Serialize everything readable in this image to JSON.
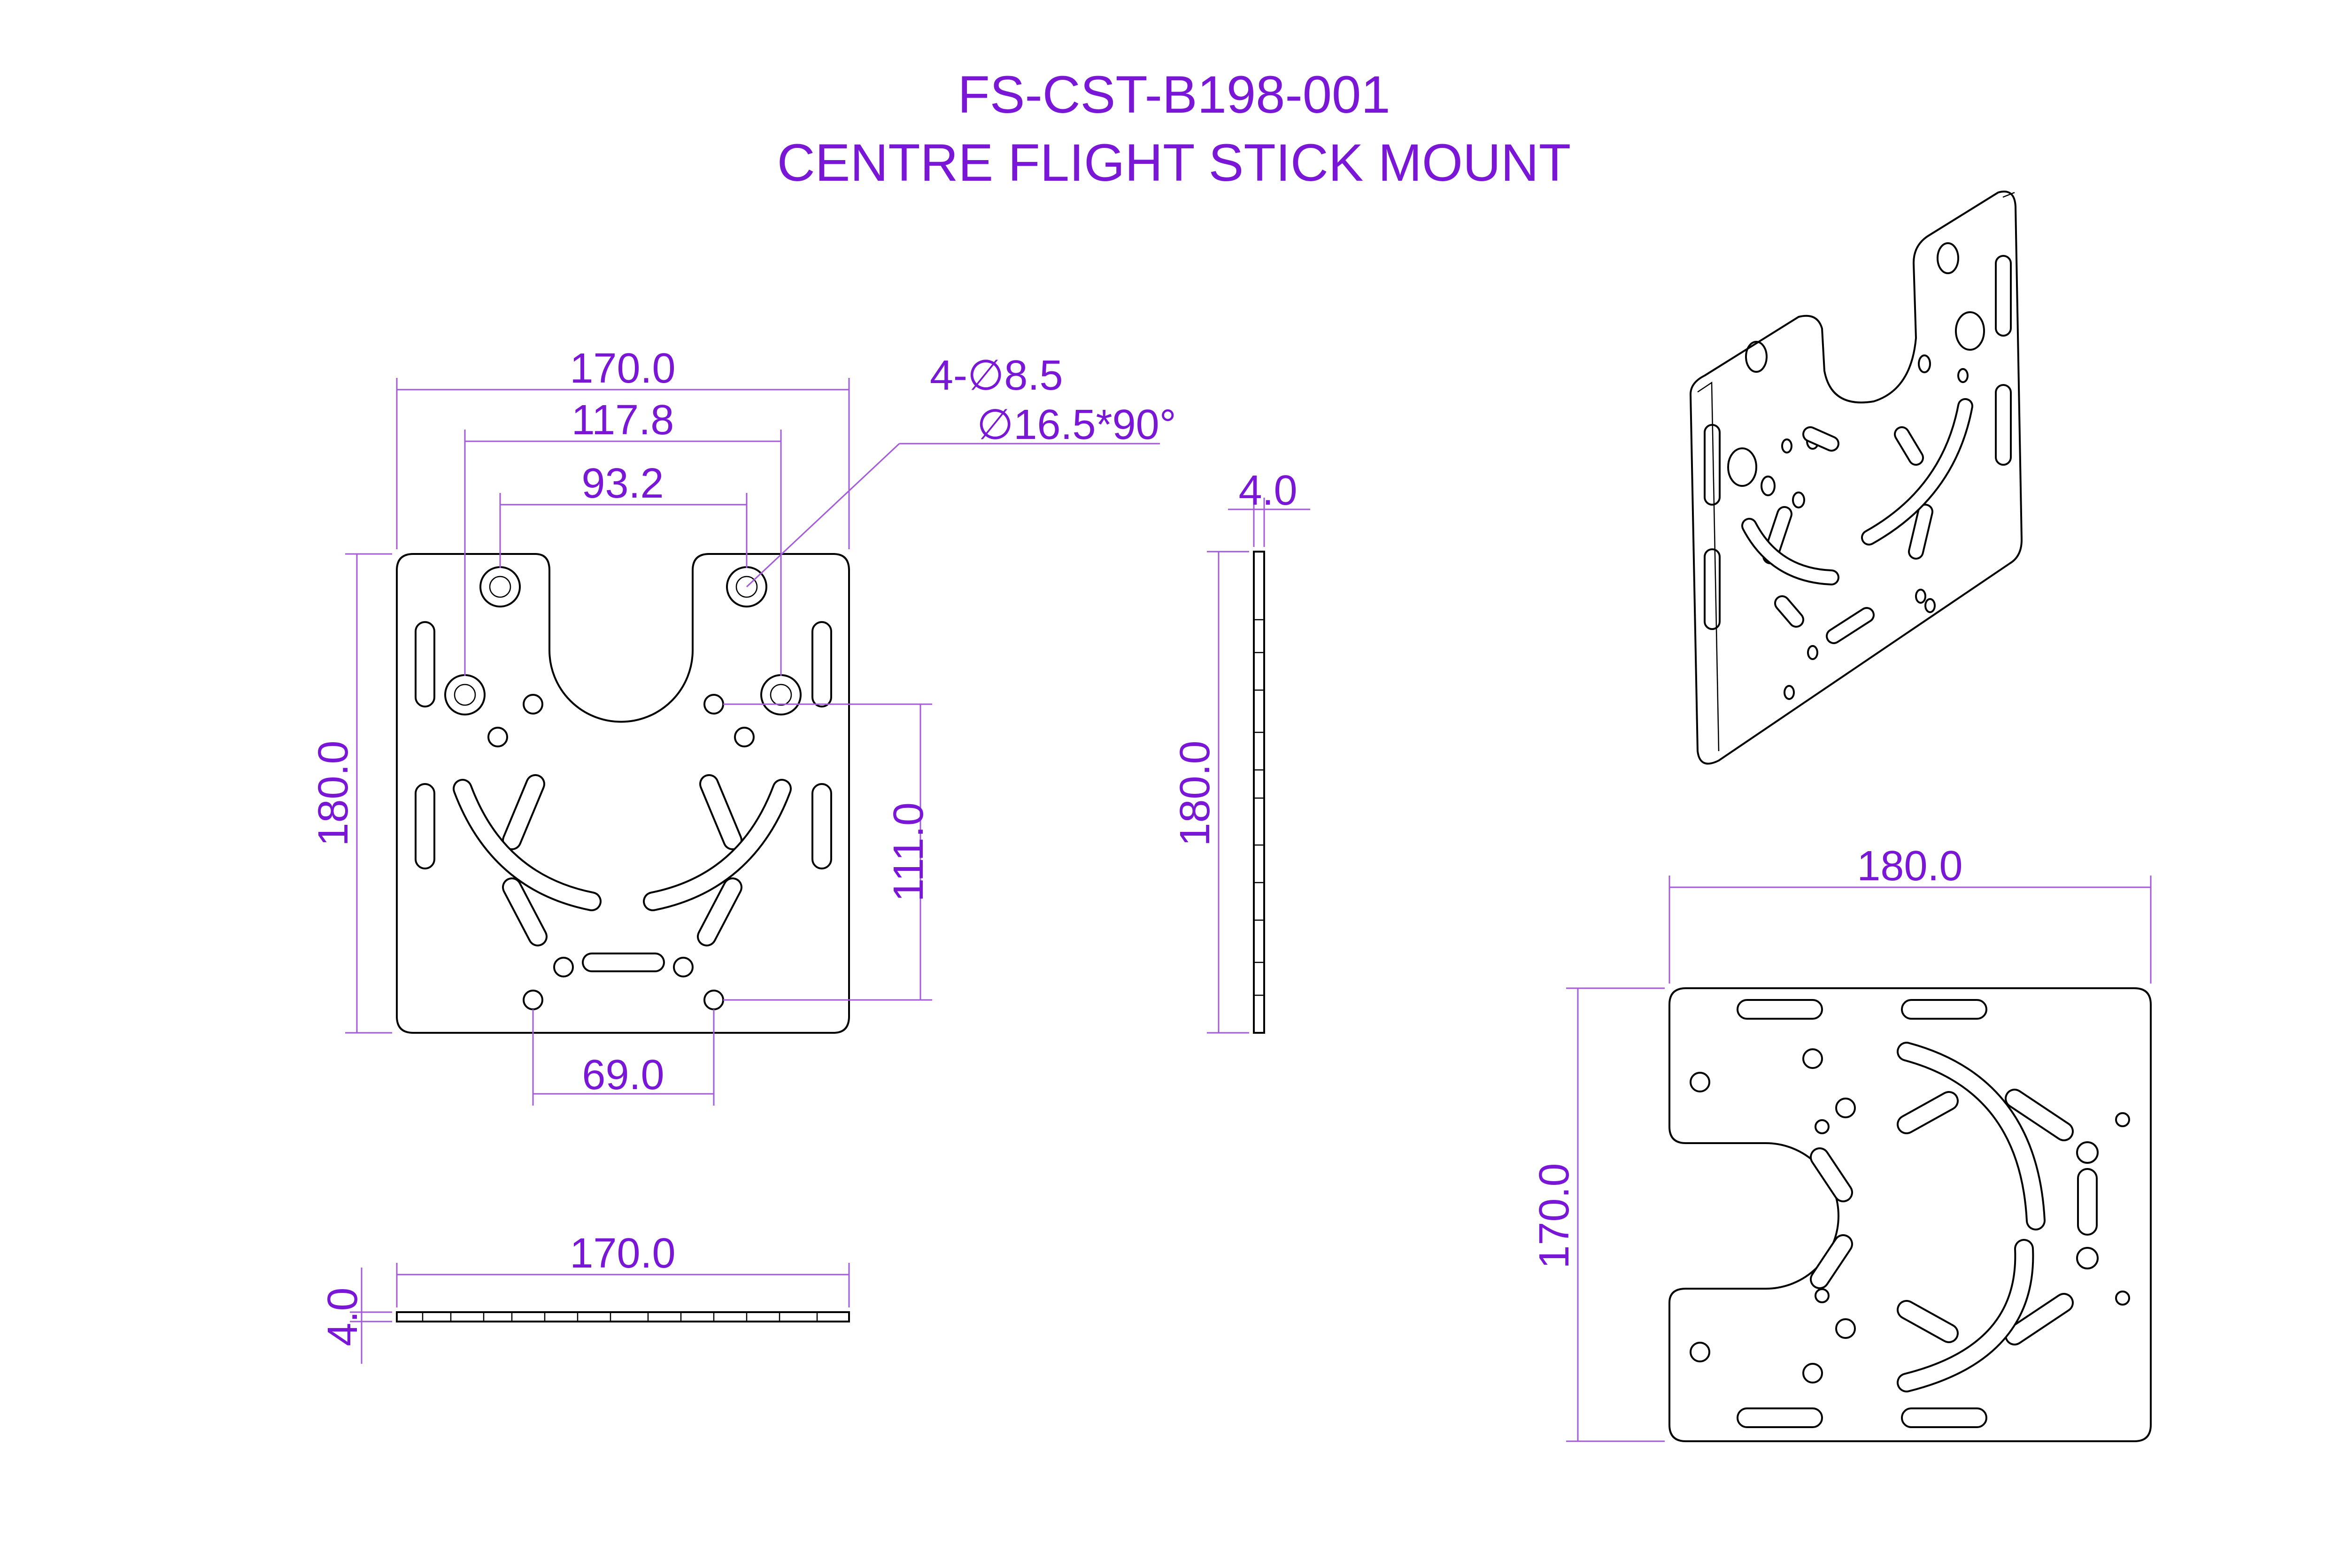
{
  "title": {
    "part_number": "FS-CST-B198-001",
    "name": "CENTRE FLIGHT STICK MOUNT"
  },
  "front_view": {
    "width": "170.0",
    "hole_spacing_outer": "117.8",
    "hole_spacing_inner": "93.2",
    "hole_callout_count": "4-∅8.5",
    "hole_callout_csk": "∅16.5*90°",
    "height": "180.0",
    "hole_pattern_height": "111.0",
    "bottom_hole_spacing": "69.0"
  },
  "side_view": {
    "thickness": "4.0",
    "height": "180.0"
  },
  "bottom_view": {
    "width": "170.0",
    "thickness": "4.0"
  },
  "rotated_view": {
    "width": "180.0",
    "height": "170.0"
  },
  "colors": {
    "annotation": "#7a16d6",
    "dimension_line": "#a35bd8",
    "part_outline": "#000000"
  }
}
